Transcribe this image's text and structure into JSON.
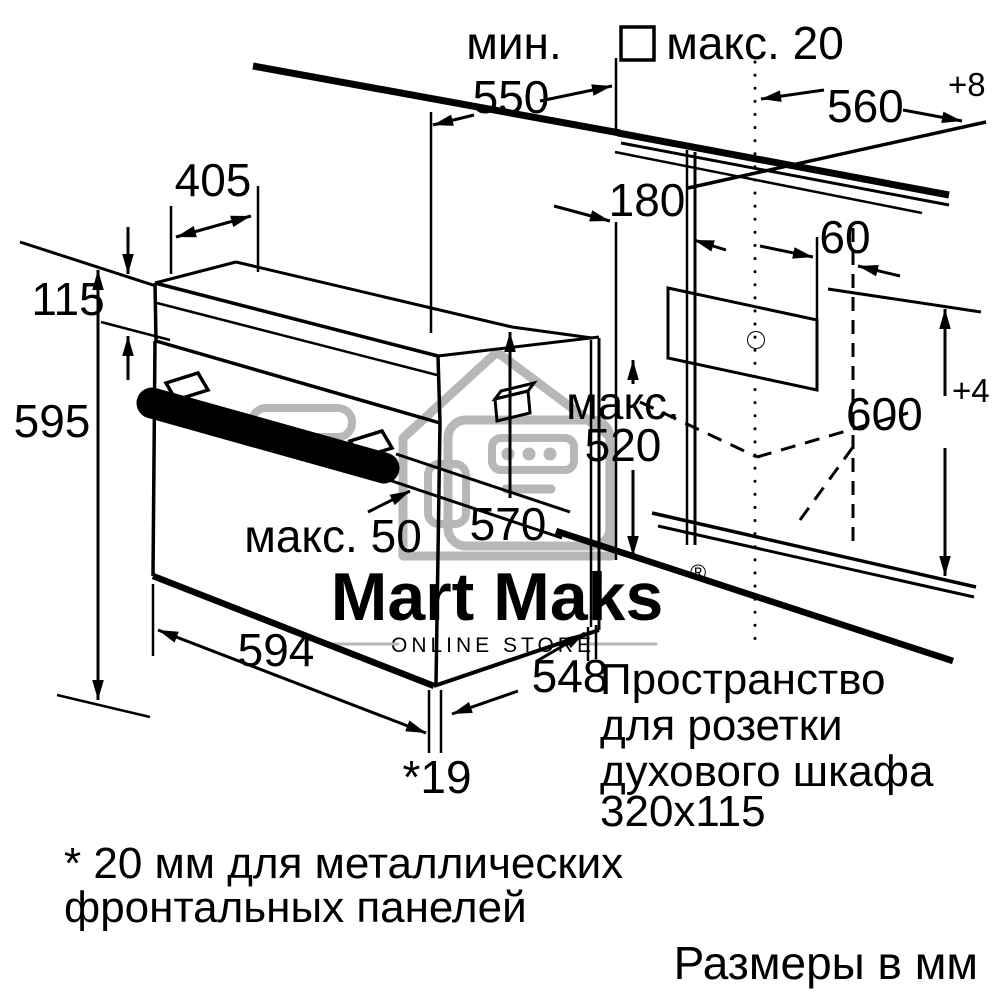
{
  "dimensions": {
    "min550_label": "мин.",
    "min550_value": "550",
    "max20": "макс. 20",
    "w560": "560",
    "w560_tol": "+8",
    "d405": "405",
    "d180": "180",
    "d60": "60",
    "h115": "115",
    "h595": "595",
    "max520_label": "макс.",
    "max520_value": "520",
    "d570": "570",
    "max50": "макс. 50",
    "h600": "600",
    "h600_tol": "+4",
    "w594": "594",
    "d548": "548",
    "gap19": "*19"
  },
  "socket_note": {
    "line1": "Пространство",
    "line2": "для розетки",
    "line3": "духового шкафа",
    "line4": "320x115"
  },
  "footnote": {
    "line1": "* 20 мм для металлических",
    "line2": "фронтальных панелей"
  },
  "units_note": "Размеры в мм",
  "watermark": {
    "brand": "Mart Maks",
    "reg": "®",
    "subtitle": "ONLINE STORE"
  },
  "colors": {
    "line": "#000000",
    "background": "#ffffff",
    "watermark": "#b7b7b7",
    "watermark_text": "#9b9b9b"
  }
}
